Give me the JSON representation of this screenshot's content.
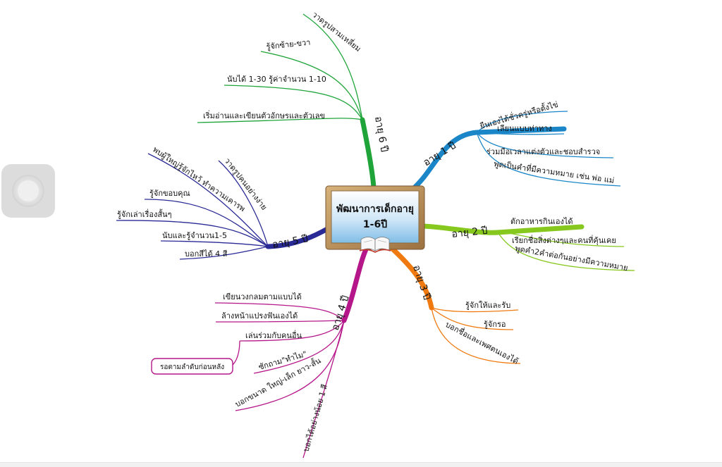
{
  "central_topic": {
    "line1": "พัฒนาการเด็กอายุ",
    "line2": "1-6ปี"
  },
  "branches": [
    {
      "key": "age1",
      "label": "อายุ 1 ปี",
      "color": "#1a86c8",
      "leaves": [
        "ยืนเองได้ชั่วครู่หรือตั้งไข่",
        "เลียนแบบท่าทาง",
        "ร่วมมือเวลาแต่งตัวและชอบสำรวจ",
        "พูดเป็นคำที่มีความหมาย เช่น พ่อ แม่"
      ]
    },
    {
      "key": "age2",
      "label": "อายุ 2 ปี",
      "color": "#86c81e",
      "leaves": [
        "ตักอาหารกินเองได้",
        "เรียกชื่อสิ่งต่างๆและคนที่คุ้นเคย",
        "พูดคำ2คำต่อกันอย่างมีความหมาย"
      ]
    },
    {
      "key": "age3",
      "label": "อายุ 3 ปี",
      "color": "#f07a10",
      "leaves": [
        "รู้จักให้และรับ",
        "รู้จักรอ",
        "บอกชื่อและเพศตนเองได้"
      ]
    },
    {
      "key": "age4",
      "label": "อายุ 4 ปี",
      "color": "#b5178a",
      "leaves": [
        "เขียนวงกลมตามแบบได้",
        "ล้างหน้าแปรงฟันเองได้",
        "เล่นร่วมกับคนอื่น",
        "ซักถาม\"ทำไม\"",
        "บอกขนาด ใหญ่-เล็ก ยาว-สั้น",
        "บอกได้อย่างน้อย 1 สี"
      ],
      "callout": "รอตามลำดับก่อนหลัง"
    },
    {
      "key": "age5",
      "label": "อายุ 5 ปี",
      "color": "#2a2a96",
      "leaves": [
        "วาดรูปคนอย่างง่าย",
        "พบผู้ใหญ่รู้จักไหว้ ทำความเคารพ",
        "รู้จักขอบคุณ",
        "รู้จักเล่าเรื่องสั้นๆ",
        "นับและรู้จำนวน1-5",
        "บอกสีได้ 4 สี"
      ]
    },
    {
      "key": "age6",
      "label": "อายุ 6 ปี",
      "color": "#1fa43a",
      "leaves": [
        "วาดรูปสามเหลี่ยม",
        "รู้จักซ้าย-ขวา",
        "นับได้ 1-30 รู้ค่าจำนวน 1-10",
        "เริ่มอ่านและเขียนตัวอักษรและตัวเลข"
      ]
    }
  ]
}
